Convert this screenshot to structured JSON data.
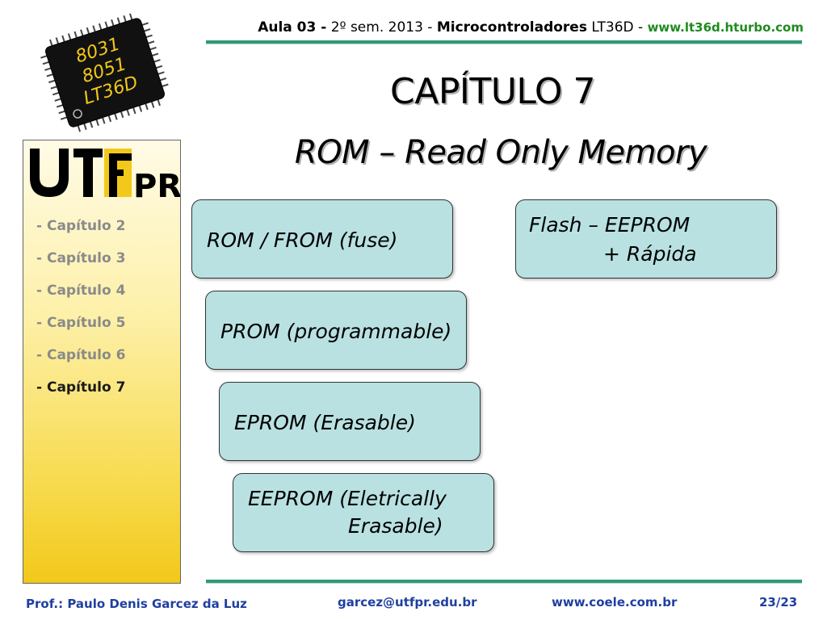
{
  "chip": {
    "lines": [
      "8031",
      "8051",
      "LT36D"
    ]
  },
  "header": {
    "aula": "Aula 03 -",
    "semester": " 2º sem. 2013 - ",
    "course": "Microcontroladores",
    "code": " LT36D - ",
    "url": "www.lt36d.hturbo.com"
  },
  "title": "CAPÍTULO 7",
  "subtitle": "ROM – Read Only Memory",
  "sidebar": {
    "logo_text": "UTFPR",
    "items": [
      {
        "label": "- Capítulo 2",
        "active": false
      },
      {
        "label": "- Capítulo 3",
        "active": false
      },
      {
        "label": "- Capítulo 4",
        "active": false
      },
      {
        "label": "- Capítulo 5",
        "active": false
      },
      {
        "label": "- Capítulo 6",
        "active": false
      },
      {
        "label": "- Capítulo 7",
        "active": true
      }
    ]
  },
  "boxes": {
    "rom": "ROM / FROM (fuse)",
    "prom": "PROM (programmable)",
    "eprom": "EPROM (Erasable)",
    "eeprom_line1": "EEPROM (Eletrically",
    "eeprom_line2": "Erasable)",
    "flash_line1": "Flash – EEPROM",
    "flash_line2": "+ Rápida"
  },
  "footer": {
    "professor": "Prof.: Paulo Denis Garcez da Luz",
    "email": "garcez@utfpr.edu.br",
    "site": "www.coele.com.br",
    "page": "23/23"
  },
  "colors": {
    "accent_rule": "#2e9a7a",
    "box_fill": "#b9e1e1",
    "footer_text": "#1f3fa0",
    "url_green": "#1f8a1f"
  }
}
